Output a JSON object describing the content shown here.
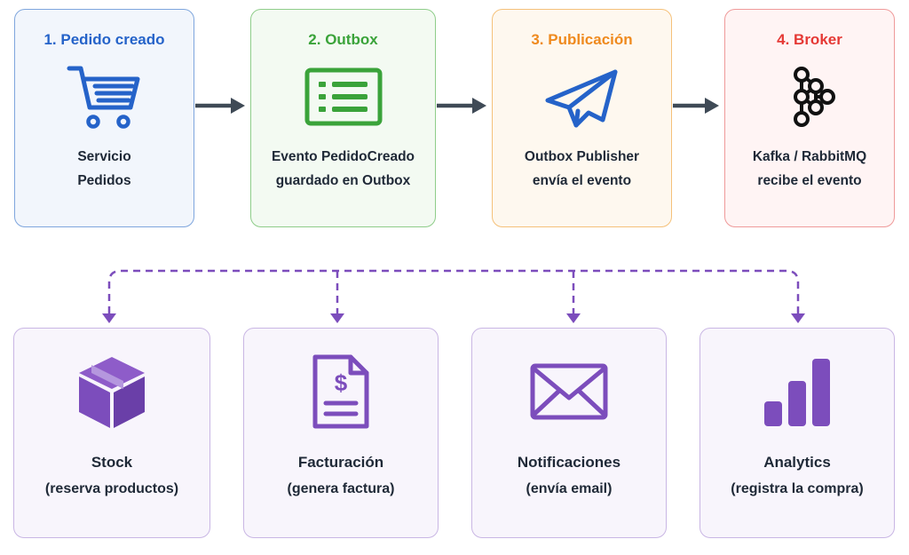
{
  "steps": [
    {
      "title": "1. Pedido creado",
      "line1": "Servicio",
      "line2": "Pedidos",
      "icon": "cart-icon",
      "color": "#2563c9"
    },
    {
      "title": "2. Outbox",
      "line1": "Evento PedidoCreado",
      "line2": "guardado en Outbox",
      "icon": "list-icon",
      "color": "#3aa33a"
    },
    {
      "title": "3. Publicación",
      "line1": "Outbox Publisher",
      "line2": "envía el evento",
      "icon": "paper-plane-icon",
      "color": "#ef8a1e"
    },
    {
      "title": "4. Broker",
      "line1": "Kafka / RabbitMQ",
      "line2": "recibe el evento",
      "icon": "kafka-icon",
      "color": "#e53935"
    }
  ],
  "consumers": [
    {
      "name": "Stock",
      "detail": "(reserva productos)",
      "icon": "box-icon"
    },
    {
      "name": "Facturación",
      "detail": "(genera factura)",
      "icon": "invoice-icon"
    },
    {
      "name": "Notificaciones",
      "detail": "(envía email)",
      "icon": "envelope-icon"
    },
    {
      "name": "Analytics",
      "detail": "(registra la compra)",
      "icon": "bar-chart-icon"
    }
  ],
  "colors": {
    "consumer_accent": "#7c4dbc",
    "connector_arrow": "#3f4a56"
  }
}
